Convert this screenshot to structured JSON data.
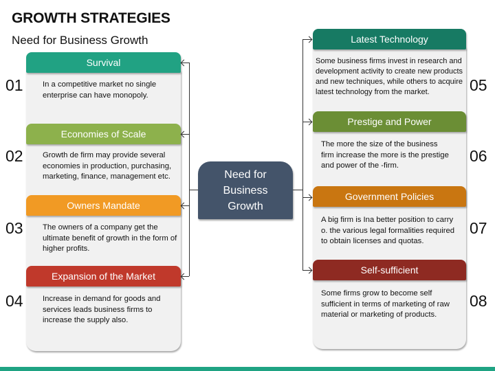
{
  "header": {
    "title": "GROWTH STRATEGIES",
    "subtitle": "Need for Business Growth"
  },
  "center_node": {
    "label": "Need for Business Growth",
    "line1": "Need for",
    "line2": "Business",
    "line3": "Growth",
    "color": "#44546a"
  },
  "left_items": [
    {
      "number": "01",
      "title": "Survival",
      "color": "#21a283",
      "text": "In a competitive market no single enterprise can have monopoly."
    },
    {
      "number": "02",
      "title": "Economies of Scale",
      "color": "#8db14c",
      "text": "Growth de firm may provide several economies in production, purchasing, marketing, finance, management etc."
    },
    {
      "number": "03",
      "title": "Owners Mandate",
      "color": "#f19a24",
      "text": "The owners of a company get the ultimate benefit of growth in the form of higher profits."
    },
    {
      "number": "04",
      "title": "Expansion of the Market",
      "color": "#c0392b",
      "text": "Increase in demand for goods and services leads business firms to increase the supply also."
    }
  ],
  "right_items": [
    {
      "number": "05",
      "title": "Latest Technology",
      "color": "#177a63",
      "text": "Some business firms invest in research and development activity to create new products and new techniques, while others to acquire latest technology from the market."
    },
    {
      "number": "06",
      "title": "Prestige and Power",
      "color": "#6b8e35",
      "text": "The more the size of the business firm increase the more is the prestige and power of the -firm."
    },
    {
      "number": "07",
      "title": "Government Policies",
      "color": "#c97611",
      "text": "A big firm is Ina better position to carry o. the various legal formalities required to obtain licenses and quotas."
    },
    {
      "number": "08",
      "title": "Self-sufficient",
      "color": "#8e2a22",
      "text": "Some firms grow to become self sufficient in terms of marketing of raw material or marketing of products."
    }
  ],
  "colors": {
    "footer": "#1fa383",
    "card_bg": "#f1f1f1"
  }
}
